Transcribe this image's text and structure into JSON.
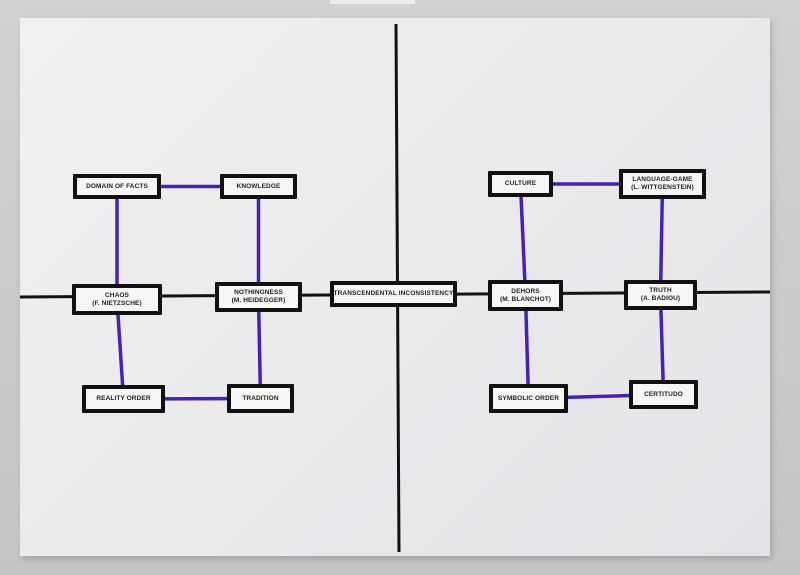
{
  "diagram": {
    "nodes": [
      {
        "id": "domain-of-facts",
        "lines": [
          "DOMAIN OF FACTS"
        ]
      },
      {
        "id": "knowledge",
        "lines": [
          "KNOWLEDGE"
        ]
      },
      {
        "id": "chaos",
        "lines": [
          "CHAOS",
          "(F. NIETZSCHE)"
        ]
      },
      {
        "id": "nothingness",
        "lines": [
          "NOTHINGNESS",
          "(M. HEIDEGGER)"
        ]
      },
      {
        "id": "reality-order",
        "lines": [
          "REALITY ORDER"
        ]
      },
      {
        "id": "tradition",
        "lines": [
          "TRADITION"
        ]
      },
      {
        "id": "transcendental-inconsistency",
        "lines": [
          "TRANSCENDENTAL INCONSISTENCY"
        ]
      },
      {
        "id": "culture",
        "lines": [
          "CULTURE"
        ]
      },
      {
        "id": "language-game",
        "lines": [
          "LANGUAGE-GAME",
          "(L. WITTGENSTEIN)"
        ]
      },
      {
        "id": "dehors",
        "lines": [
          "DEHORS",
          "(M. BLANCHOT)"
        ]
      },
      {
        "id": "truth",
        "lines": [
          "TRUTH",
          "(A. BADIOU)"
        ]
      },
      {
        "id": "symbolic-order",
        "lines": [
          "SYMBOLIC ORDER"
        ]
      },
      {
        "id": "certitudo",
        "lines": [
          "CERTITUDO"
        ]
      }
    ],
    "connections": [
      [
        "domain-of-facts",
        "knowledge"
      ],
      [
        "domain-of-facts",
        "chaos"
      ],
      [
        "knowledge",
        "nothingness"
      ],
      [
        "chaos",
        "reality-order"
      ],
      [
        "nothingness",
        "tradition"
      ],
      [
        "reality-order",
        "tradition"
      ],
      [
        "culture",
        "language-game"
      ],
      [
        "culture",
        "dehors"
      ],
      [
        "language-game",
        "truth"
      ],
      [
        "dehors",
        "symbolic-order"
      ],
      [
        "truth",
        "certitudo"
      ],
      [
        "symbolic-order",
        "certitudo"
      ]
    ],
    "colors": {
      "axis": "#111111",
      "connector": "#4a1fb8",
      "box_border": "#111111",
      "box_fill": "#f6f6f6",
      "paper": "#ececef"
    }
  }
}
